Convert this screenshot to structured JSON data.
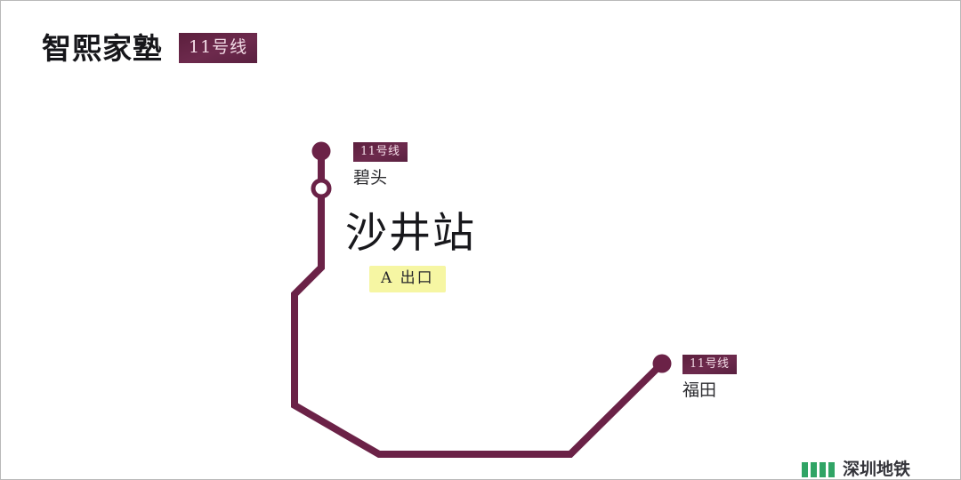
{
  "header": {
    "brand_title": "智熙家塾",
    "line_badge": "11号线"
  },
  "map": {
    "line_color": "#6b2247",
    "line_name": "11号线",
    "main_station": "沙井站",
    "exit_tag": "A 出口",
    "stops": [
      {
        "id": "north-terminus",
        "badge": "11号线",
        "name": "碧头"
      },
      {
        "id": "east-terminus",
        "badge": "11号线",
        "name": "福田"
      }
    ]
  },
  "watermark": {
    "text": "深圳地铁",
    "mark_color": "#1f9d58"
  }
}
